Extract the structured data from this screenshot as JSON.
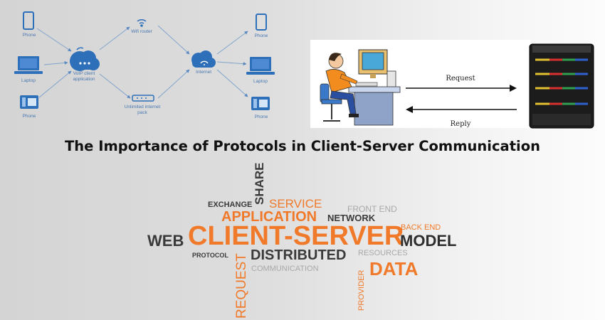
{
  "title": "The Importance of Protocols in Client-Server Communication",
  "network": {
    "nodes": {
      "phone_left_top": "Phone",
      "laptop_left": "Laptop",
      "phone_left_bottom": "Phone",
      "voip": "VoIP client application",
      "wifi": "Wifi router",
      "pack": "Unlimited internet pack",
      "internet": "Internet",
      "phone_right_top": "Phone",
      "laptop_right": "Laptop",
      "phone_right_bottom": "Phone"
    }
  },
  "client_server": {
    "request_label": "Request",
    "reply_label": "Reply"
  },
  "word_cloud": {
    "share": "SHARE",
    "exchange": "EXCHANGE",
    "service": "SERVICE",
    "front_end": "FRONT END",
    "application": "APPLICATION",
    "network": "NETWORK",
    "back_end": "BACK END",
    "web": "WEB",
    "client_server": "CLIENT-SERVER",
    "model": "MODEL",
    "protocol": "PROTOCOL",
    "distributed": "DISTRIBUTED",
    "resources": "RESOURCES",
    "communication": "COMMUNICATION",
    "data": "DATA",
    "request": "REQUEST",
    "provider": "PROVIDER"
  },
  "colors": {
    "orange": "#f07a2a",
    "dark": "#3a3a3a",
    "gray": "#a9a9a9",
    "icon_blue": "#2d6fb8"
  }
}
